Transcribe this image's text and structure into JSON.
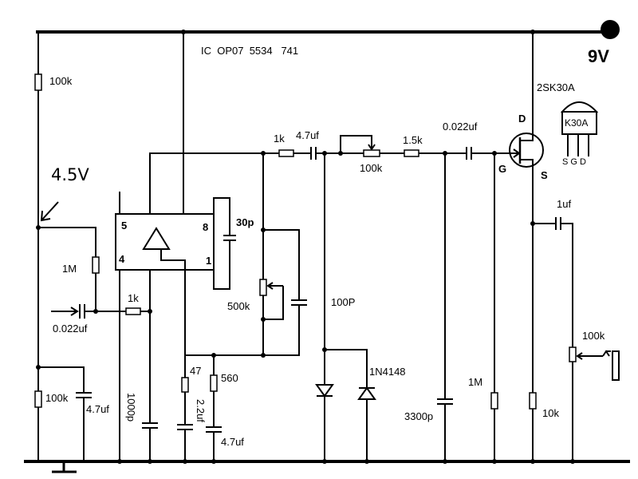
{
  "ic_label": "IC  OP07  5534   741",
  "supply": {
    "voltage": "9V",
    "mid_voltage": "4.5V"
  },
  "ic_pins": {
    "p5": "5",
    "p8": "8",
    "p4": "4",
    "p1": "1"
  },
  "components": {
    "r_bias_top": "100k",
    "r_bias_bottom": "100k",
    "c_bias": "4.7uf",
    "r_input_bias": "1M",
    "c_input": "0.022uf",
    "r_input": "1k",
    "c_input_filter": "1000p",
    "c_feedback": "30p",
    "pot_gain": "500k",
    "r_gain_47": "47",
    "r_gain_560": "560",
    "c_gain_22": "2.2uf",
    "c_gain_47": "4.7uf",
    "r_out": "1k",
    "c_out": "4.7uf",
    "c_clip": "100P",
    "diode": "1N4148",
    "pot_tone": "100k",
    "r_tone": "1.5k",
    "c_coupling": "0.022uf",
    "c_filter": "3300p",
    "r_gate": "1M",
    "c_output": "1uf",
    "r_source": "10k",
    "pot_volume": "100k"
  },
  "fet": {
    "name": "2SK30A",
    "marking": "K30A",
    "pinout": "S G D",
    "d": "D",
    "g": "G",
    "s": "S"
  }
}
